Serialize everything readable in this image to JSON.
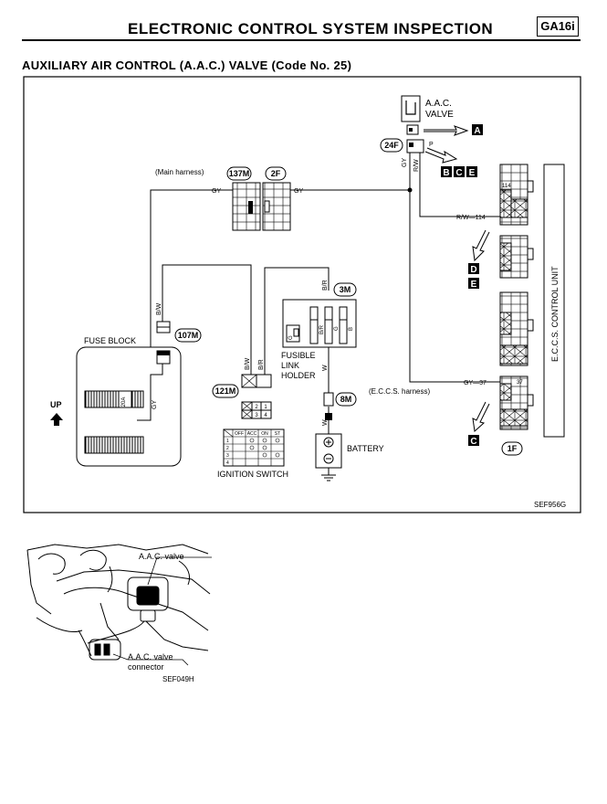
{
  "header": {
    "title": "ELECTRONIC CONTROL SYSTEM INSPECTION",
    "code": "GA16i"
  },
  "section": {
    "title": "AUXILIARY AIR CONTROL (A.A.C.) VALVE (Code No. 25)"
  },
  "diagram": {
    "aac_valve_l1": "A.A.C.",
    "aac_valve_l2": "VALVE",
    "main_harness": "(Main harness)",
    "conn_137m": "137M",
    "conn_2f": "2F",
    "conn_24f": "24F",
    "conn_3m": "3M",
    "conn_107m": "107M",
    "conn_121m": "121M",
    "conn_8m": "8M",
    "conn_1f": "1F",
    "wire_gy": "GY",
    "wire_rw": "R/W",
    "wire_bw": "B/W",
    "wire_br": "B/R",
    "wire_g": "G",
    "wire_b": "B",
    "wire_w": "W",
    "wire_p": "P",
    "rw114": "R/W—114",
    "gy37": "GY—37",
    "pin_114": "114",
    "pin_37": "37",
    "eccs_harness": "(E.C.C.S. harness)",
    "eccs_unit": "E.C.C.S. CONTROL UNIT",
    "fuse_block": "FUSE BLOCK",
    "fuse_20a": "20A",
    "up": "UP",
    "fusible_l1": "FUSIBLE",
    "fusible_l2": "LINK",
    "fusible_l3": "HOLDER",
    "battery": "BATTERY",
    "ignition_switch": "IGNITION SWITCH",
    "ign_cols": [
      "OFF",
      "ACC",
      "ON",
      "ST"
    ],
    "ign_rows": [
      "1",
      "2",
      "3",
      "4"
    ],
    "pin_1": "1",
    "pin_2": "2",
    "pin_3": "3",
    "pin_4": "4",
    "ref_a": "A",
    "ref_b": "B",
    "ref_c": "C",
    "ref_d": "D",
    "ref_e": "E",
    "fig_code": "SEF956G"
  },
  "photo": {
    "aac_valve": "A.A.C. valve",
    "aac_conn_l1": "A.A.C. valve",
    "aac_conn_l2": "connector",
    "fig_code": "SEF049H"
  }
}
